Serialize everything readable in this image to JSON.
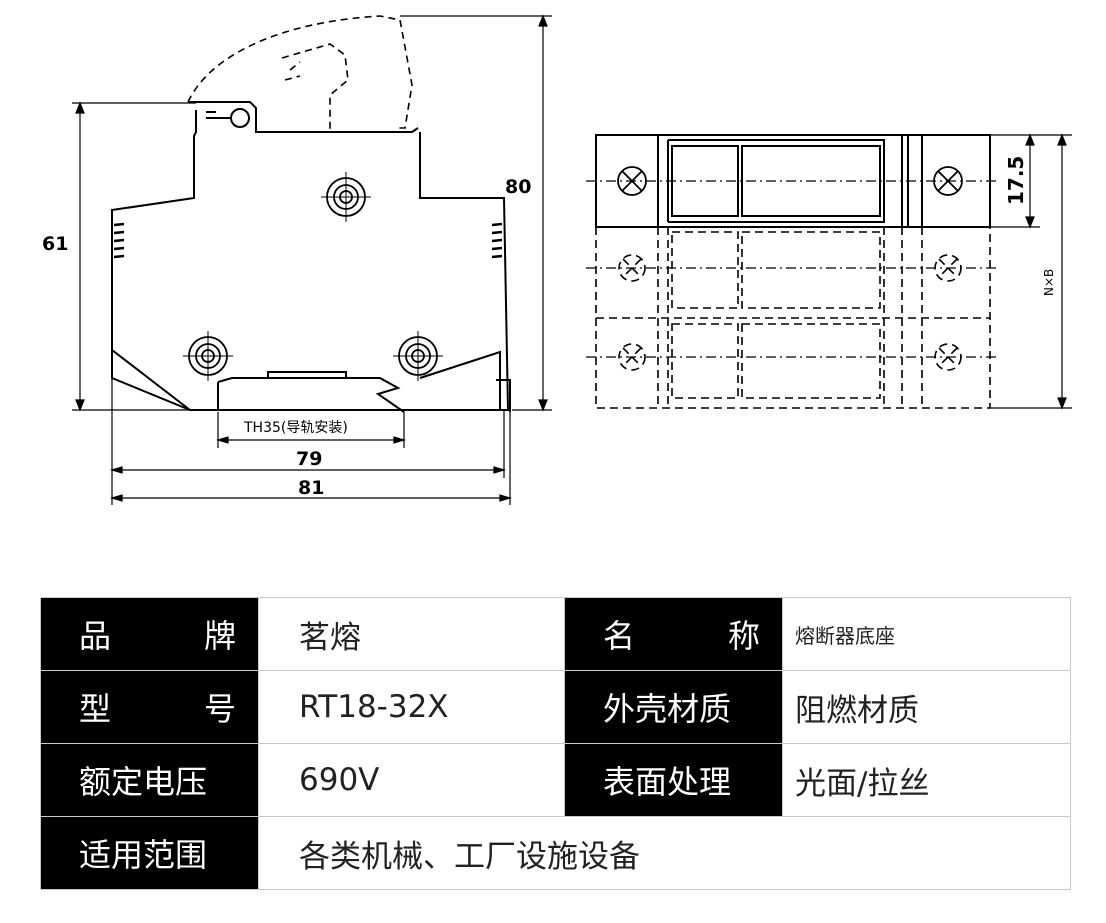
{
  "drawing": {
    "dimensions": {
      "height_left": "61",
      "height_total": "80",
      "rail_label": "TH35(导轨安装)",
      "width_inner": "79",
      "width_outer": "81",
      "pitch": "17.5",
      "stack": "N×B"
    }
  },
  "spec_table": {
    "rows": [
      {
        "label1": "品　　牌",
        "value1": "茗熔",
        "label2": "名　　称",
        "value2": "熔断器底座"
      },
      {
        "label1": "型　　号",
        "value1": "RT18-32X",
        "label2": "外壳材质",
        "value2": "阻燃材质"
      },
      {
        "label1": "额定电压",
        "value1": "690V",
        "label2": "表面处理",
        "value2": "光面/拉丝"
      },
      {
        "label1": "适用范围",
        "value1": "各类机械、工厂设施设备"
      }
    ]
  }
}
